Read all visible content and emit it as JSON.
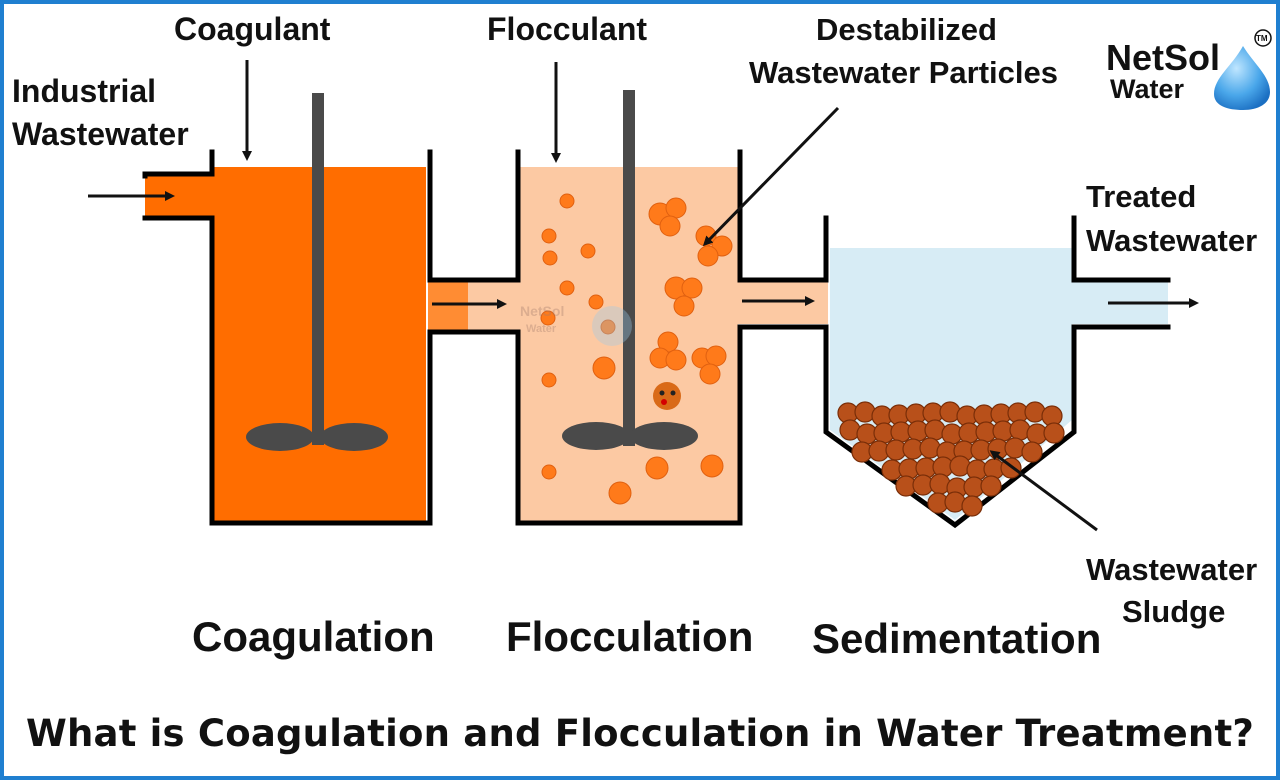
{
  "labels": {
    "coagulant": "Coagulant",
    "flocculant": "Flocculant",
    "industrial_line1": "Industrial",
    "industrial_line2": "Wastewater",
    "destabilized_line1": "Destabilized",
    "destabilized_line2": "Wastewater Particles",
    "treated_line1": "Treated",
    "treated_line2": "Wastewater",
    "sludge_line1": "Wastewater",
    "sludge_line2": "Sludge"
  },
  "stages": {
    "coagulation": "Coagulation",
    "flocculation": "Flocculation",
    "sedimentation": "Sedimentation"
  },
  "logo": {
    "line1": "NetSol",
    "line2": "Water",
    "tm": "TM"
  },
  "caption": "What is Coagulation and Flocculation in Water Treatment?",
  "colors": {
    "coagulation_fluid": "#ff6d00",
    "flocculation_fluid": "#fcc9a3",
    "sedimentation_fluid": "#d7ecf5",
    "particle": "#ff7a1a",
    "sludge": "#b8501a",
    "wall": "#000000",
    "mixer": "#4a4a4a",
    "frame": "#1f7fd0"
  }
}
